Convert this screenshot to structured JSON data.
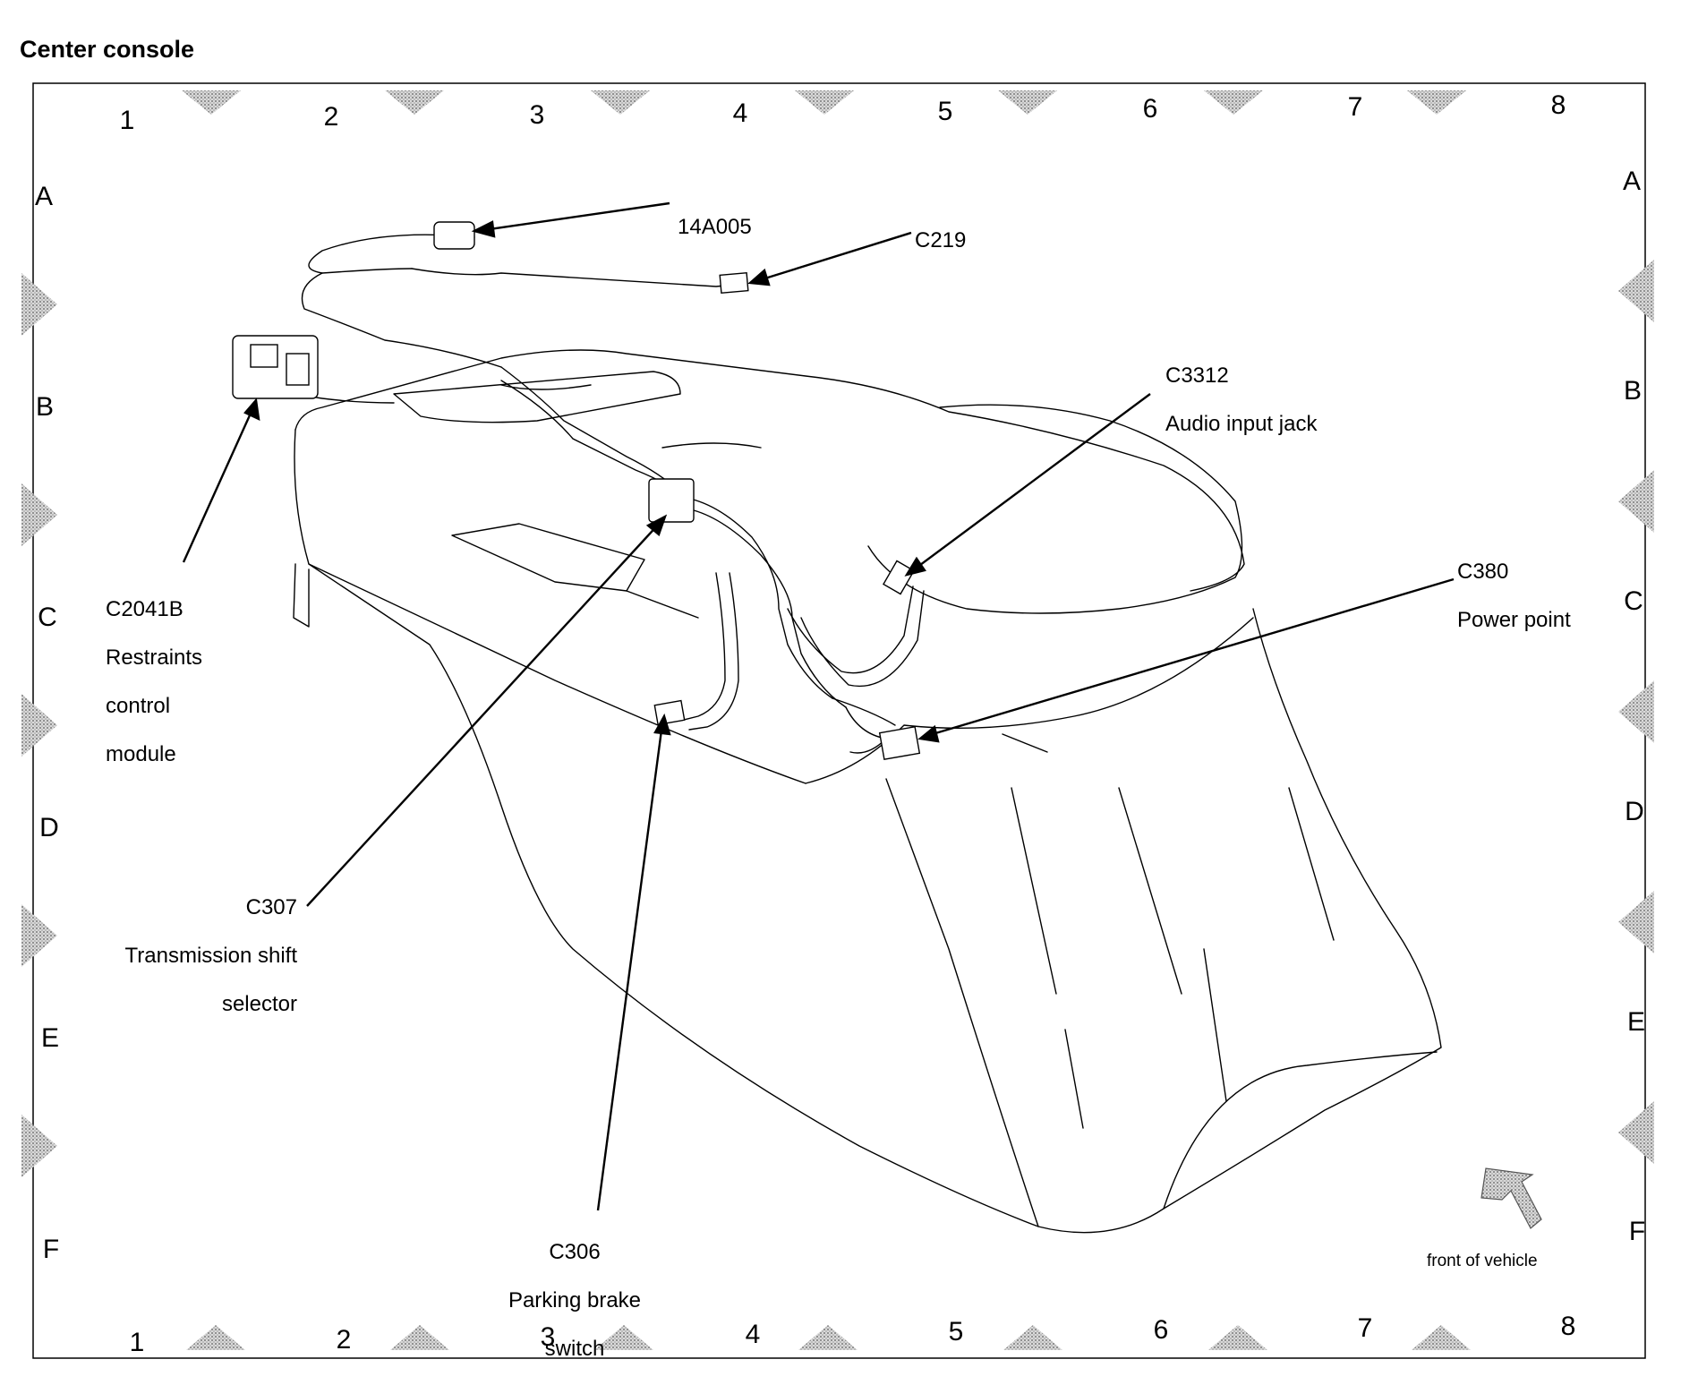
{
  "title": "Center console",
  "grid": {
    "columns": [
      "1",
      "2",
      "3",
      "4",
      "5",
      "6",
      "7",
      "8"
    ],
    "rows": [
      "A",
      "B",
      "C",
      "D",
      "E",
      "F"
    ]
  },
  "callouts": [
    {
      "id": "14A005",
      "lines": [
        "14A005"
      ]
    },
    {
      "id": "C219",
      "lines": [
        "C219"
      ]
    },
    {
      "id": "C3312",
      "lines": [
        "C3312",
        "Audio input jack"
      ]
    },
    {
      "id": "C2041B",
      "lines": [
        "C2041B",
        "Restraints",
        "control",
        "module"
      ]
    },
    {
      "id": "C380",
      "lines": [
        "C380",
        "Power point"
      ]
    },
    {
      "id": "C307",
      "lines": [
        "C307",
        "Transmission shift",
        "selector"
      ]
    },
    {
      "id": "C306",
      "lines": [
        "C306",
        "Parking brake",
        "switch"
      ]
    }
  ],
  "orientation": {
    "label": "front of vehicle",
    "icon": "front-arrow-icon"
  },
  "colors": {
    "line": "#000000",
    "marker": "#a9a9a9",
    "background": "#ffffff"
  }
}
